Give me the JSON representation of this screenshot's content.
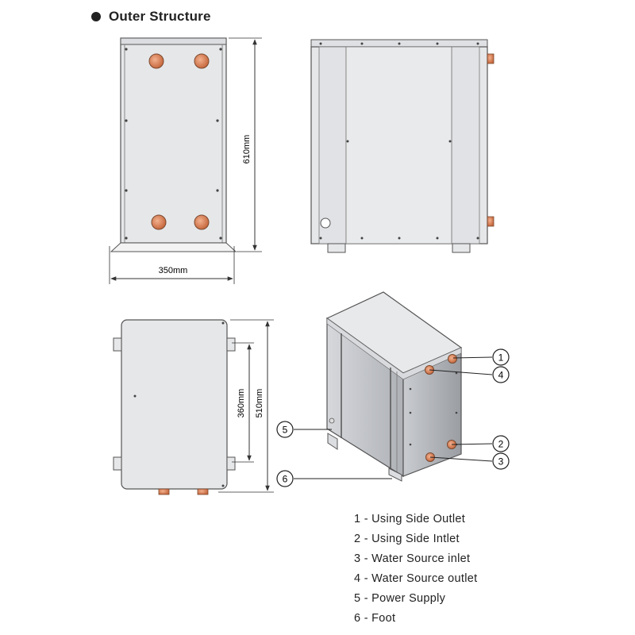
{
  "heading": "Outer Structure",
  "dimensions": {
    "height": "610mm",
    "width": "350mm",
    "mount_spacing": "360mm",
    "depth": "510mm"
  },
  "callouts": [
    "1",
    "2",
    "3",
    "4",
    "5",
    "6"
  ],
  "legend": [
    "1 - Using Side Outlet",
    "2 - Using Side Intlet",
    "3 - Water Source inlet",
    "4 - Water Source outlet",
    "5 - Power Supply",
    "6 - Foot"
  ],
  "colors": {
    "panel": "#e6e7e9",
    "panel_dark": "#b9bbbe",
    "line": "#555555",
    "copper": "#d9825b"
  }
}
